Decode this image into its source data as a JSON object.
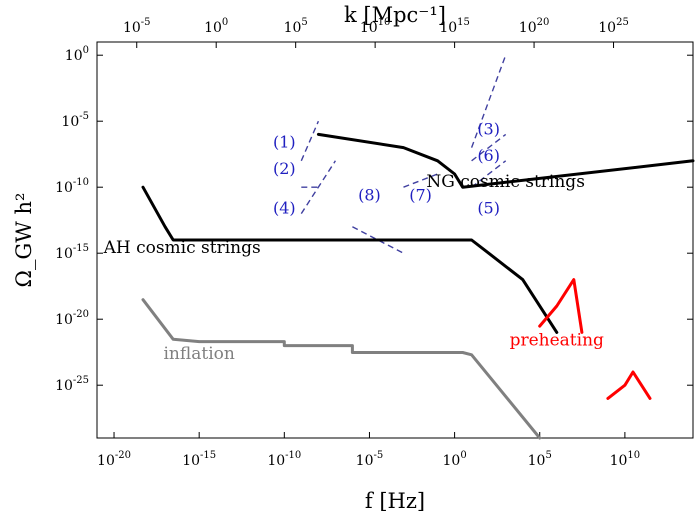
{
  "chart_data": {
    "type": "line",
    "xlabel": "f [Hz]",
    "ylabel": "Ω_GW h²",
    "top_xlabel": "k [Mpc⁻¹]",
    "x_scale": "log",
    "y_scale": "log",
    "xlim": [
      1e-21,
      100000000000000.0
    ],
    "ylim": [
      1e-29,
      10.0
    ],
    "x_ticks": [
      "10^-20",
      "10^-15",
      "10^-10",
      "10^-5",
      "10^0",
      "10^5",
      "10^10"
    ],
    "y_ticks": [
      "10^-25",
      "10^-20",
      "10^-15",
      "10^-10",
      "10^-5",
      "10^0"
    ],
    "top_ticks": [
      "10^-5",
      "10^0",
      "10^5",
      "10^10",
      "10^15",
      "10^20",
      "10^25"
    ],
    "grid": false,
    "series": [
      {
        "name": "inflation",
        "color": "#808080",
        "points": [
          [
            5e-19,
            3e-19
          ],
          [
            3e-17,
            3e-22
          ],
          [
            1e-15,
            2e-22
          ],
          [
            1e-10,
            2e-22
          ],
          [
            1e-10,
            1e-22
          ],
          [
            1e-06,
            1e-22
          ],
          [
            1e-06,
            3e-23
          ],
          [
            1.0,
            3e-23
          ],
          [
            3.0,
            3e-23
          ],
          [
            10.0,
            2e-23
          ],
          [
            100000.0,
            1e-29
          ]
        ]
      },
      {
        "name": "AH cosmic strings",
        "color": "#000000",
        "points": [
          [
            5e-19,
            1e-10
          ],
          [
            1e-17,
            1e-13
          ],
          [
            3e-17,
            1e-14
          ],
          [
            1e-16,
            1e-14
          ],
          [
            10.0,
            1e-14
          ],
          [
            100.0,
            1e-15
          ],
          [
            10000.0,
            1e-17
          ],
          [
            1000000.0,
            1e-21
          ]
        ]
      },
      {
        "name": "NG cosmic strings",
        "color": "#000000",
        "points": [
          [
            1e-08,
            1e-06
          ],
          [
            0.001,
            1e-07
          ],
          [
            0.1,
            1e-08
          ],
          [
            1.0,
            1e-09
          ],
          [
            3.0,
            1e-10
          ],
          [
            100000000000000.0,
            1e-08
          ]
        ]
      },
      {
        "name": "preheating",
        "color": "#ff0000",
        "points": [
          [
            100000.0,
            3e-21
          ],
          [
            1000000.0,
            1e-19
          ],
          [
            10000000.0,
            1e-17
          ],
          [
            30000000.0,
            1e-21
          ]
        ]
      },
      {
        "name": "",
        "color": "#ff0000",
        "points": [
          [
            1000000000.0,
            1e-26
          ],
          [
            10000000000.0,
            1e-25
          ],
          [
            30000000000.0,
            1e-24
          ],
          [
            300000000000.0,
            1e-26
          ]
        ]
      }
    ],
    "sensitivity_curves": [
      {
        "label": "(1)",
        "color": "#4040a0",
        "points": [
          [
            1e-09,
            1e-08
          ],
          [
            1e-08,
            1e-05
          ]
        ]
      },
      {
        "label": "(2)",
        "color": "#4040a0",
        "points": [
          [
            1e-09,
            1e-10
          ],
          [
            1e-08,
            1e-10
          ]
        ]
      },
      {
        "label": "(4)",
        "color": "#4040a0",
        "points": [
          [
            1e-09,
            1e-12
          ],
          [
            1e-07,
            1e-08
          ]
        ]
      },
      {
        "label": "(8)",
        "color": "#4040a0",
        "points": [
          [
            1e-06,
            1e-13
          ],
          [
            0.001,
            1e-15
          ]
        ]
      },
      {
        "label": "(7)",
        "color": "#4040a0",
        "points": [
          [
            0.001,
            1e-10
          ],
          [
            0.1,
            1e-09
          ]
        ]
      },
      {
        "label": "(3)",
        "color": "#4040a0",
        "points": [
          [
            10.0,
            1e-07
          ],
          [
            1000.0,
            1.0
          ]
        ]
      },
      {
        "label": "(6)",
        "color": "#4040a0",
        "points": [
          [
            10.0,
            1e-08
          ],
          [
            1000.0,
            1e-06
          ]
        ]
      },
      {
        "label": "(5)",
        "color": "#4040a0",
        "points": [
          [
            10.0,
            1e-10
          ],
          [
            1000.0,
            1e-08
          ]
        ]
      }
    ],
    "annotations": [
      {
        "text": "AH cosmic strings",
        "x": 1e-16,
        "y": 1e-15
      },
      {
        "text": "NG cosmic strings",
        "x": 1000.0,
        "y": 1e-10
      },
      {
        "text": "inflation",
        "x": 1e-15,
        "y": 1e-23
      },
      {
        "text": "preheating",
        "x": 1000000.0,
        "y": 1e-22
      },
      {
        "text": "(1)",
        "x": 1e-10,
        "y": 1e-07
      },
      {
        "text": "(2)",
        "x": 1e-10,
        "y": 1e-09
      },
      {
        "text": "(4)",
        "x": 1e-10,
        "y": 1e-12
      },
      {
        "text": "(8)",
        "x": 1e-05,
        "y": 1e-11
      },
      {
        "text": "(7)",
        "x": 0.01,
        "y": 1e-11
      },
      {
        "text": "(3)",
        "x": 100.0,
        "y": 1e-06
      },
      {
        "text": "(6)",
        "x": 100.0,
        "y": 1e-08
      },
      {
        "text": "(5)",
        "x": 100.0,
        "y": 1e-12
      }
    ]
  }
}
